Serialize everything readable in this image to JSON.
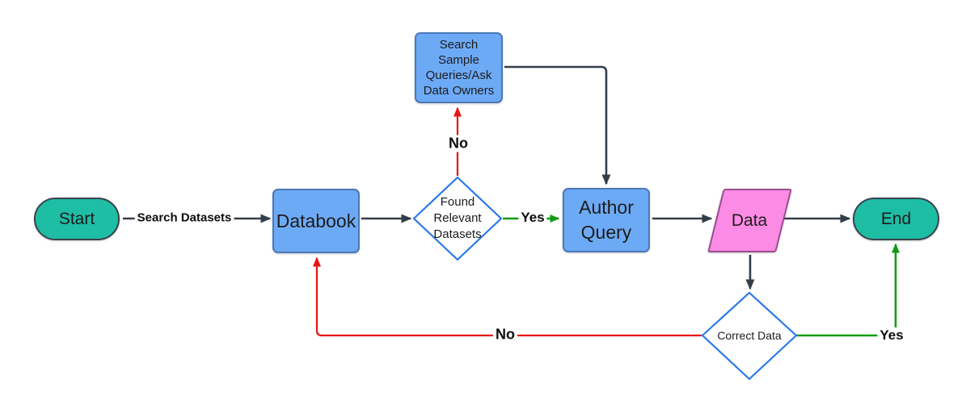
{
  "diagram": {
    "nodes": {
      "start": {
        "label": "Start",
        "type": "terminator"
      },
      "databook": {
        "label": "Databook",
        "type": "process"
      },
      "search_sample": {
        "label": "Search Sample Queries/Ask Data Owners",
        "lines": [
          "Search",
          "Sample",
          "Queries/Ask",
          "Data Owners"
        ],
        "type": "process"
      },
      "found_datasets": {
        "label": "Found Relevant Datasets",
        "lines": [
          "Found",
          "Relevant",
          "Datasets"
        ],
        "type": "decision"
      },
      "author_query": {
        "label": "Author Query",
        "lines": [
          "Author",
          "Query"
        ],
        "type": "process"
      },
      "data": {
        "label": "Data",
        "type": "data"
      },
      "correct_data": {
        "label": "Correct Data",
        "type": "decision"
      },
      "end": {
        "label": "End",
        "type": "terminator"
      }
    },
    "edge_labels": {
      "search_datasets": "Search Datasets",
      "found_yes": "Yes",
      "found_no": "No",
      "correct_yes": "Yes",
      "correct_no": "No"
    },
    "colors": {
      "connector": "#333E4B",
      "yes-green": "#129B12",
      "no-red": "#E81313",
      "teal-fill": "#1EBEA5",
      "teal-border": "#3A434E",
      "process-fill": "#6DAAF5",
      "process-border": "#4B79B8",
      "data-fill": "#FB8BE4",
      "data-border": "#9A4D8F",
      "decision-border": "#2A78E8"
    }
  }
}
